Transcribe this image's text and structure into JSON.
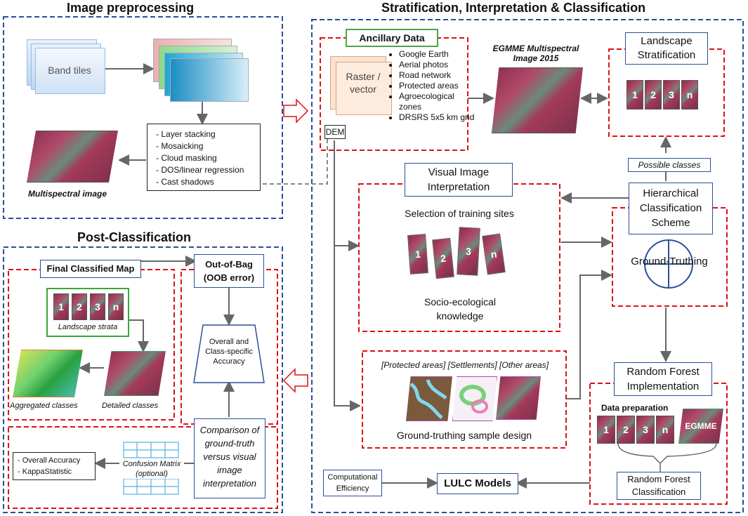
{
  "sections": {
    "preprocessing": "Image preprocessing",
    "stratification": "Stratification, Interpretation & Classification",
    "post": "Post-Classification"
  },
  "preprocessing": {
    "band_tiles": "Band tiles",
    "steps": [
      "Layer stacking",
      "Mosaicking",
      "Cloud masking",
      "DOS/linear regression",
      "Cast shadows"
    ],
    "multispectral_image": "Multispectral image"
  },
  "ancillary": {
    "title": "Ancillary Data",
    "raster": "Raster / vector",
    "items": [
      "Google Earth",
      "Aerial photos",
      "Road network",
      "Protected areas",
      "Agroecological zones",
      "DRSRS 5x5 km grid"
    ],
    "dem": "DEM"
  },
  "egmme_image": "EGMME Multispectral Image 2015",
  "landscape_stratification": "Landscape Stratification",
  "possible_classes": "Possible classes",
  "hierarchical": "Hierarchical Classification Scheme",
  "ground_truthing": "Ground-Truthing",
  "visual": {
    "title": "Visual Image Interpretation",
    "selection": "Selection of training sites",
    "socio": "Socio-ecological knowledge"
  },
  "sample": {
    "labels": "[Protected areas] [Settlements] [Other areas]",
    "design": "Ground-truthing sample design"
  },
  "rf": {
    "title": "Random Forest Implementation",
    "data_prep": "Data preparation",
    "egmme": "EGMME",
    "classification": "Random Forest Classification"
  },
  "computational": "Computational Efficiency",
  "lulc": "LULC Models",
  "post": {
    "final_map": "Final Classified Map",
    "oob": "Out-of-Bag (OOB error)",
    "landscape_strata": "Landscape strata",
    "aggregated": "Aggregated classes",
    "detailed": "Detailed classes",
    "accuracy": "Overall and Class-specific Accuracy",
    "comparison": "Comparison of ground-truth versus visual image interpretation",
    "confusion": "Confusion Matrix (optional)",
    "metrics": [
      "Overall Accuracy",
      "KappaStatistic"
    ]
  },
  "tile_labels": [
    "1",
    "2",
    "3",
    "n"
  ]
}
